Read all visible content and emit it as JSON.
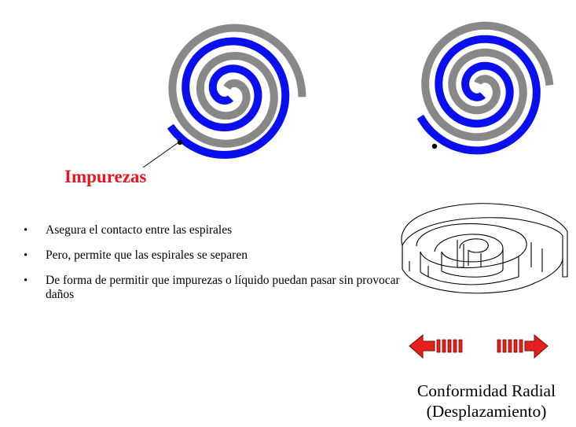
{
  "impurity_label": "Impurezas",
  "bullets": [
    "Asegura el contacto entre las espirales",
    "Pero, permite que las espirales se separen",
    "De forma de permitir que impurezas o líquido puedan pasar sin provocar daños"
  ],
  "caption": {
    "line1": "Conformidad Radial",
    "line2": "(Desplazamiento)"
  },
  "colors": {
    "scroll_blue": "#0a0ff0",
    "scroll_gray": "#888888",
    "label_red": "#e8161d",
    "arrow_red": "#e3201b"
  }
}
